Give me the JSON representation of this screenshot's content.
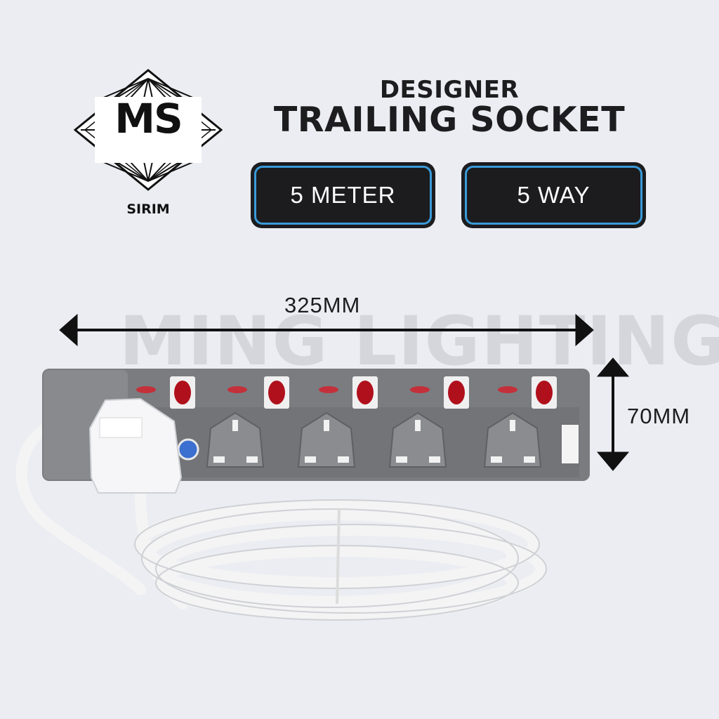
{
  "logo": {
    "mark_text": "MS",
    "caption": "SIRIM",
    "icon": "sirim-ms-certification-logo"
  },
  "title": {
    "line1": "DESIGNER",
    "line2": "TRAILING SOCKET"
  },
  "specs": {
    "length": "5 METER",
    "ways": "5 WAY"
  },
  "dimensions": {
    "width": "325MM",
    "height": "70MM"
  },
  "watermark": "MING LIGHTING",
  "colors": {
    "background": "#ebedf2",
    "badge_bg": "#1c1c1e",
    "badge_border": "#3a9ad9",
    "socket_body": "#7a7c80",
    "switch_red": "#b0101c"
  }
}
